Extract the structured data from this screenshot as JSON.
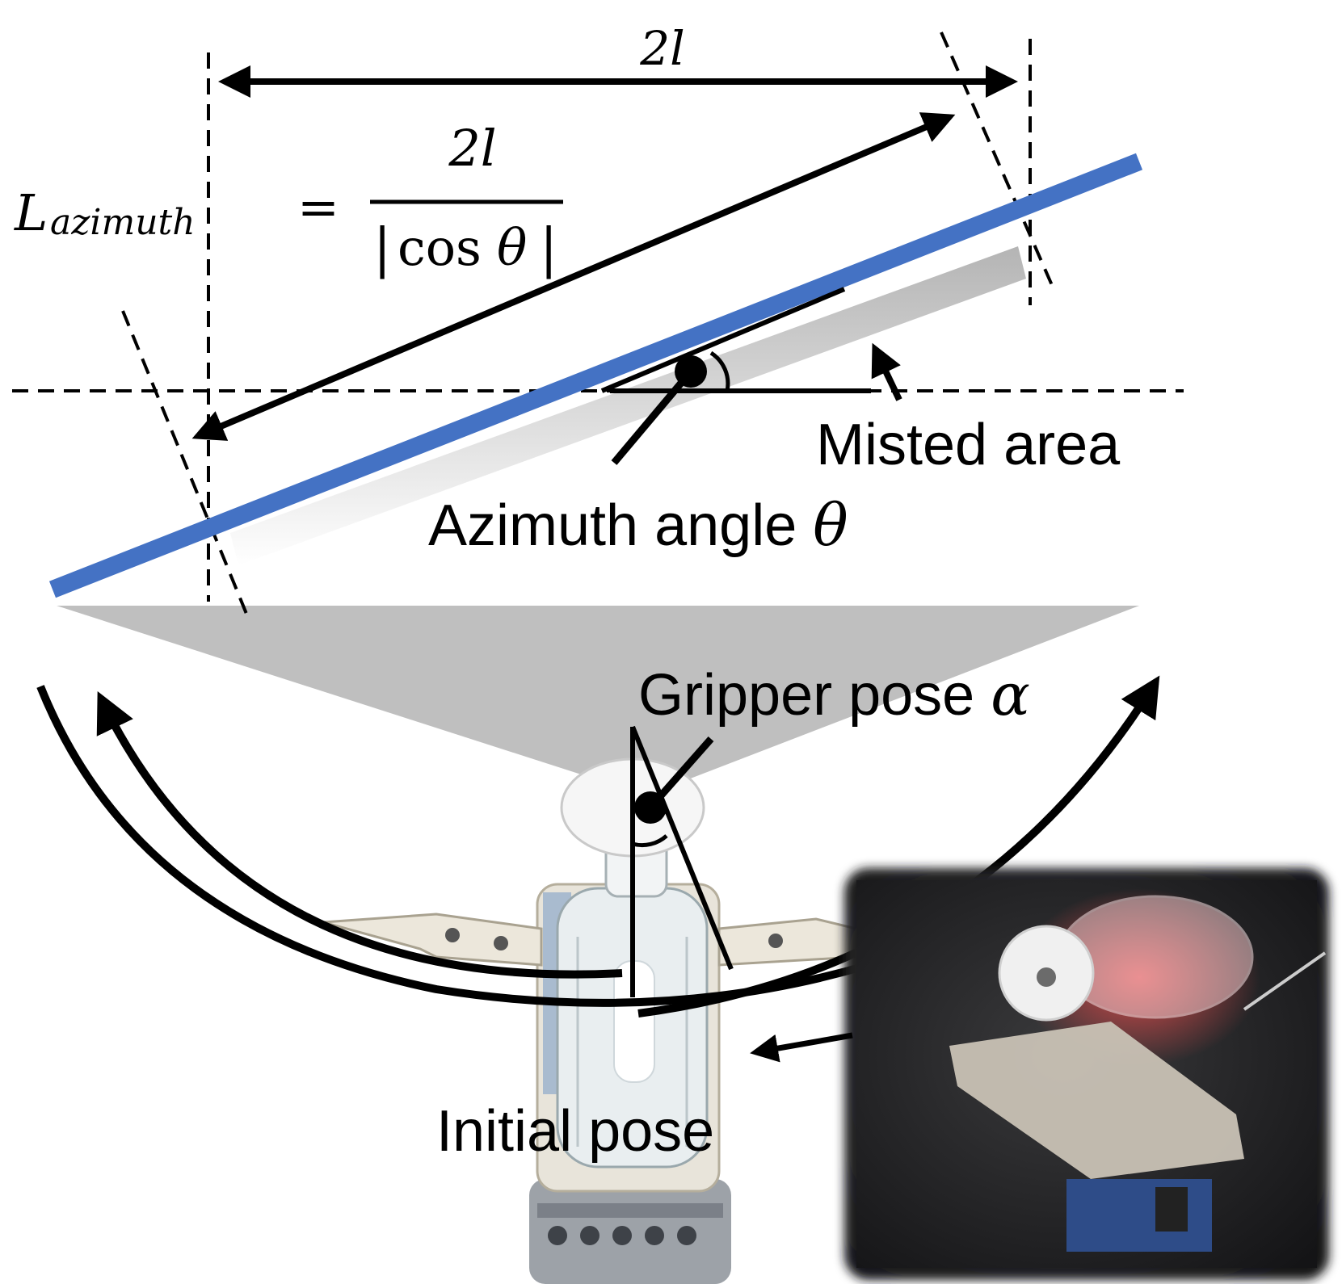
{
  "labels": {
    "top_width": "2l",
    "formula_lhs_symbol": "L",
    "formula_lhs_subscript": "azimuth",
    "formula_equals": "=",
    "formula_numerator": "2l",
    "formula_denominator_bar_left": "|",
    "formula_denominator_cos": "cos",
    "formula_denominator_theta": "θ",
    "formula_denominator_bar_right": "|",
    "misted_area": "Misted area",
    "azimuth_angle_text": "Azimuth angle ",
    "azimuth_angle_symbol": "θ",
    "gripper_pose_text": "Gripper pose ",
    "gripper_pose_symbol": "α",
    "initial_pose": "Initial pose"
  },
  "colors": {
    "misted_line": "#4472c4",
    "spray_cone": "#bfbfbf",
    "annotation": "#000000"
  },
  "icons": {
    "robot": "robot-gripper-with-humidifier-bottle",
    "photo": "robot-photo-inset"
  }
}
